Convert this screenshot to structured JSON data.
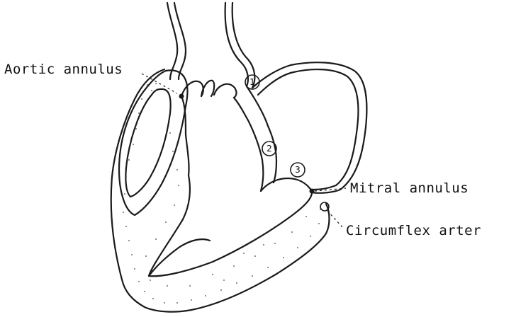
{
  "labels": {
    "aortic_annulus": "Aortic annulus",
    "mitral_annulus": "Mitral annulus",
    "circumflex": "Circumflex arter"
  },
  "markers": [
    "1",
    "2",
    "3"
  ],
  "colors": {
    "ink": "#1a1a1a",
    "background": "#ffffff"
  }
}
